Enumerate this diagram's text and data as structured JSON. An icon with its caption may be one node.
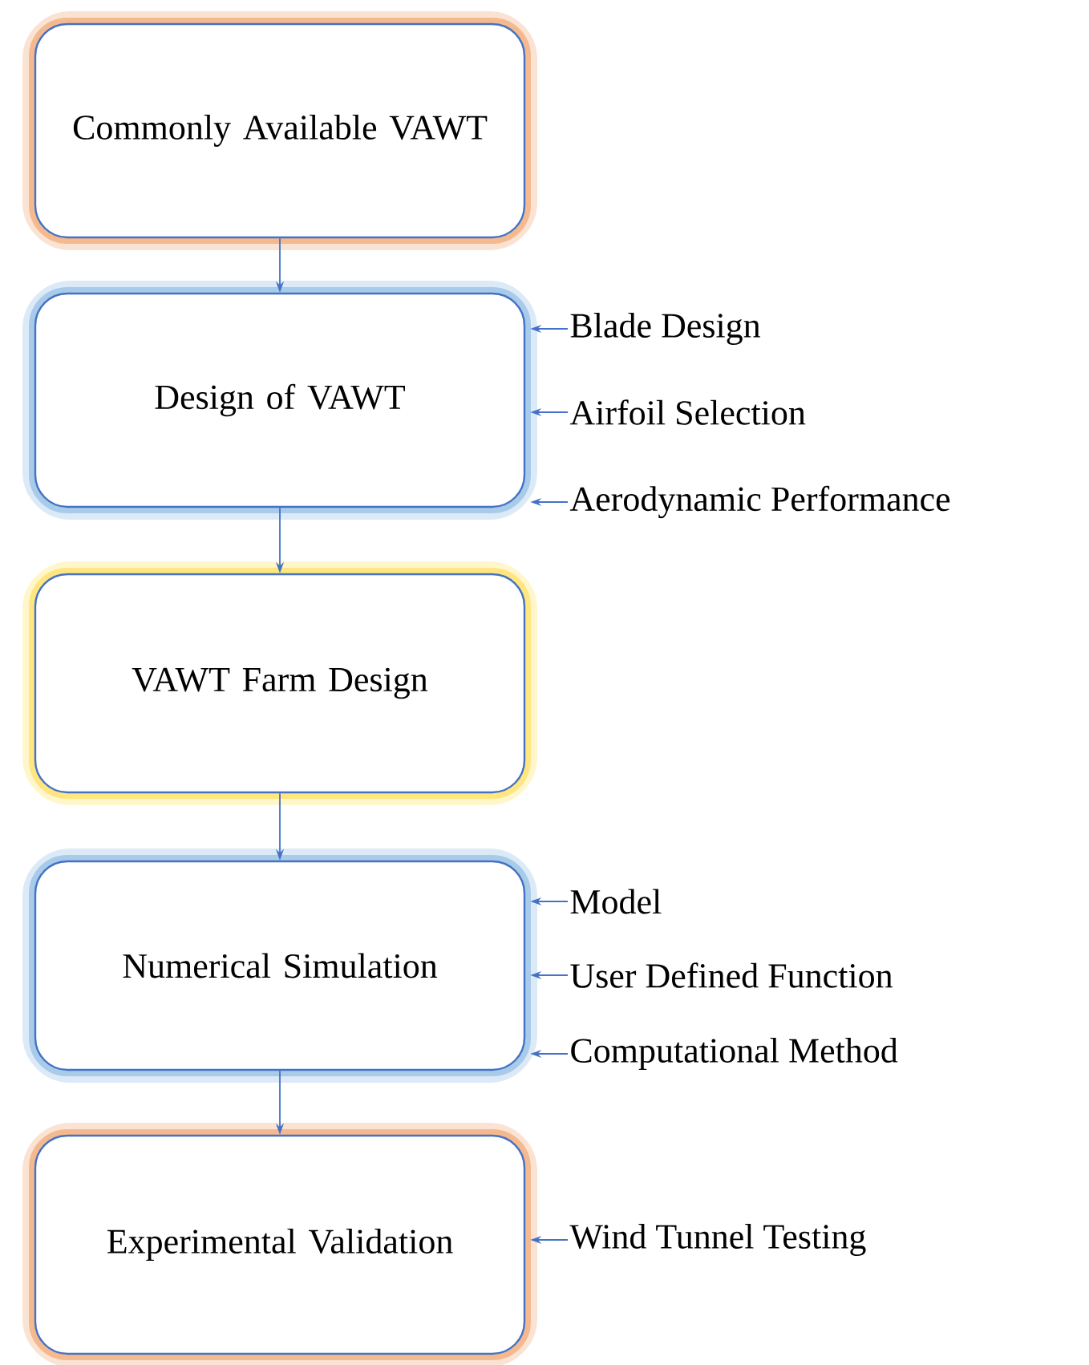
{
  "diagram": {
    "nodes": [
      {
        "text": [
          "Commonly Available VAWT"
        ]
      },
      {
        "text": [
          "Design of VAWT"
        ]
      },
      {
        "text": [
          "VAWT Farm Design"
        ]
      },
      {
        "text": [
          "Numerical Simulation"
        ]
      },
      {
        "text": [
          "Experimental Validation"
        ]
      },
      {
        "text": [
          "Blade Design"
        ]
      },
      {
        "text": [
          "Airfoil Selection"
        ]
      },
      {
        "text": [
          "Aerodynamic Performance"
        ]
      },
      {
        "text": [
          "Model"
        ]
      },
      {
        "text": [
          "User Defined Function"
        ]
      },
      {
        "text": [
          "Computational Method"
        ]
      },
      {
        "text": [
          "Wind Tunnel Testing"
        ]
      }
    ],
    "edges": [
      {
        "from": 0,
        "to": 1,
        "arrow": "to"
      },
      {
        "from": 1,
        "to": 2,
        "arrow": "to"
      },
      {
        "from": 2,
        "to": 3,
        "arrow": "to"
      },
      {
        "from": 3,
        "to": 4,
        "arrow": "to"
      },
      {
        "from": 5,
        "to": 1,
        "arrow": "to"
      },
      {
        "from": 6,
        "to": 1,
        "arrow": "to"
      },
      {
        "from": 7,
        "to": 1,
        "arrow": "to"
      },
      {
        "from": 8,
        "to": 3,
        "arrow": "to"
      },
      {
        "from": 9,
        "to": 3,
        "arrow": "to"
      },
      {
        "from": 10,
        "to": 3,
        "arrow": "to"
      },
      {
        "from": 11,
        "to": 4,
        "arrow": "to"
      }
    ]
  }
}
